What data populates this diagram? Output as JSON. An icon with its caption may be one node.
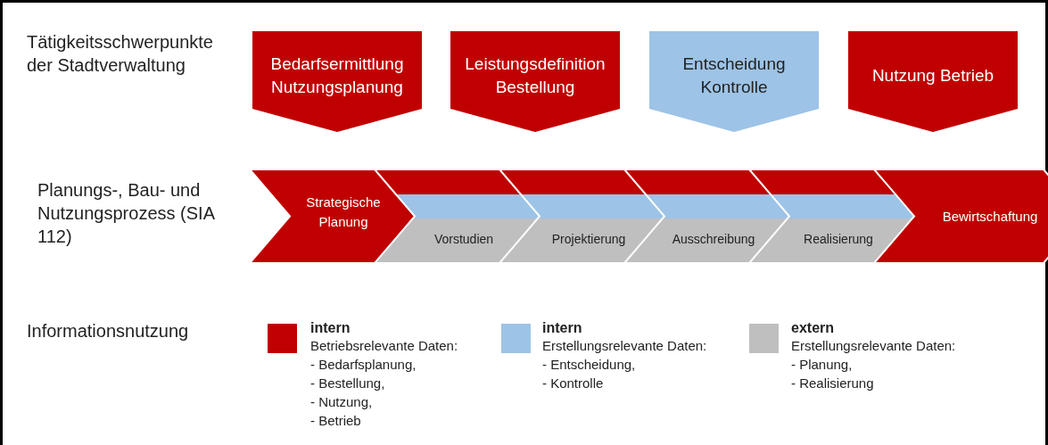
{
  "diagram": {
    "nodes": [
      {
        "text": [
          "Bedarfsermittlung Nutzungsplanung"
        ]
      },
      {
        "text": [
          "Leistungsdefinition Bestellung"
        ]
      },
      {
        "text": [
          "Entscheidung Kontrolle"
        ]
      },
      {
        "text": [
          "Nutzung Betrieb"
        ]
      },
      {
        "text": [
          "Strategische Planung"
        ]
      },
      {
        "text": [
          "Vorstudien"
        ]
      },
      {
        "text": [
          "Projektierung"
        ]
      },
      {
        "text": [
          "Ausschreibung"
        ]
      },
      {
        "text": [
          "Realisierung"
        ]
      },
      {
        "text": [
          "Bewirtschaftung"
        ]
      }
    ],
    "edges": [],
    "labels": [
      "Tätigkeitsschwerpunkte der Stadtverwaltung",
      "Planungs-, Bau- und Nutzungsprozess (SIA 112)",
      "Informationsnutzung",
      "Betriebsrelevante Daten:",
      "- Bedarfsplanung,",
      "- Bestellung,",
      "- Nutzung,",
      "- Betrieb",
      "Erstellungsrelevante Daten:",
      "- Entscheidung,",
      "- Kontrolle",
      "Erstellungsrelevante Daten:",
      "- Planung,",
      "- Realisierung"
    ],
    "legend": [
      {
        "text": "intern",
        "color": "#c00000"
      },
      {
        "text": "intern",
        "color": "#9dc3e6"
      },
      {
        "text": "extern",
        "color": "#bfbfbf"
      }
    ]
  }
}
